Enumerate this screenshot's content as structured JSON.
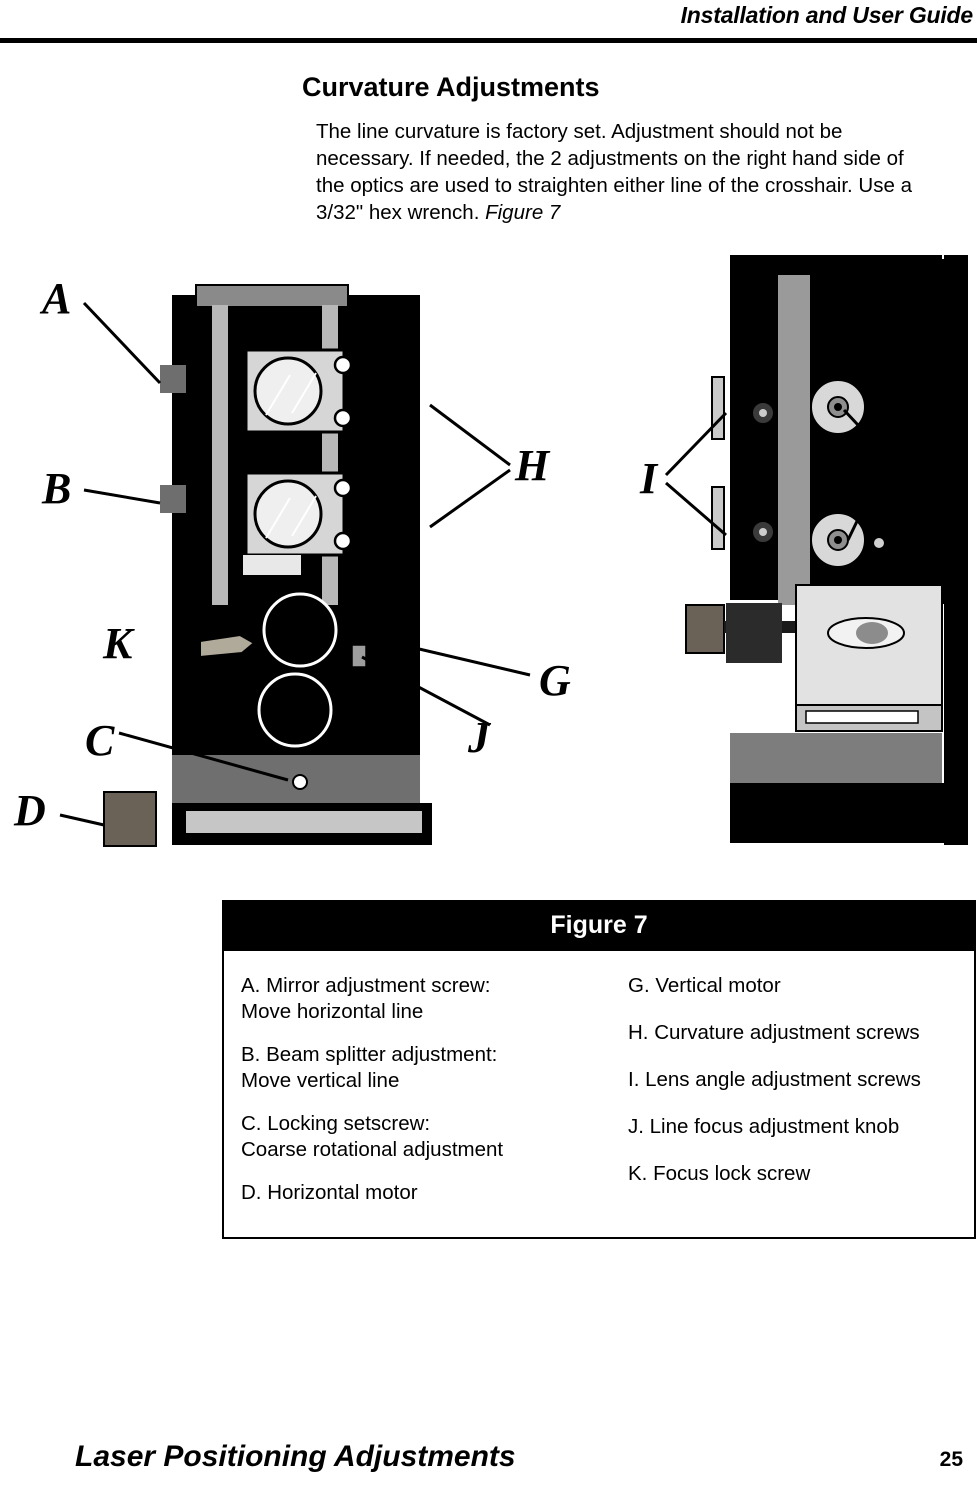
{
  "header": {
    "title": "Installation and User Guide"
  },
  "section": {
    "title": "Curvature Adjustments",
    "body_part1": "The line curvature is factory set.  Adjustment should not be necessary.  If needed, the 2 adjustments on the right hand side of the optics are used to straighten either line of the crosshair.  Use a 3/32\" hex wrench.  ",
    "body_figure_ref": "Figure 7"
  },
  "figure": {
    "caption": "Figure 7",
    "callouts": [
      "A",
      "B",
      "C",
      "D",
      "G",
      "H",
      "I",
      "J",
      "K"
    ],
    "legend_left": [
      "A. Mirror adjustment screw:\n      Move horizontal line",
      "B. Beam splitter adjustment:\n      Move vertical line",
      "C. Locking setscrew:\n      Coarse rotational adjustment",
      "D. Horizontal motor"
    ],
    "legend_right": [
      "G. Vertical motor",
      "H. Curvature adjustment screws",
      "I.  Lens angle adjustment screws",
      "J.  Line focus adjustment knob",
      "K. Focus lock screw"
    ]
  },
  "footer": {
    "title": "Laser Positioning Adjustments",
    "page_number": "25"
  }
}
